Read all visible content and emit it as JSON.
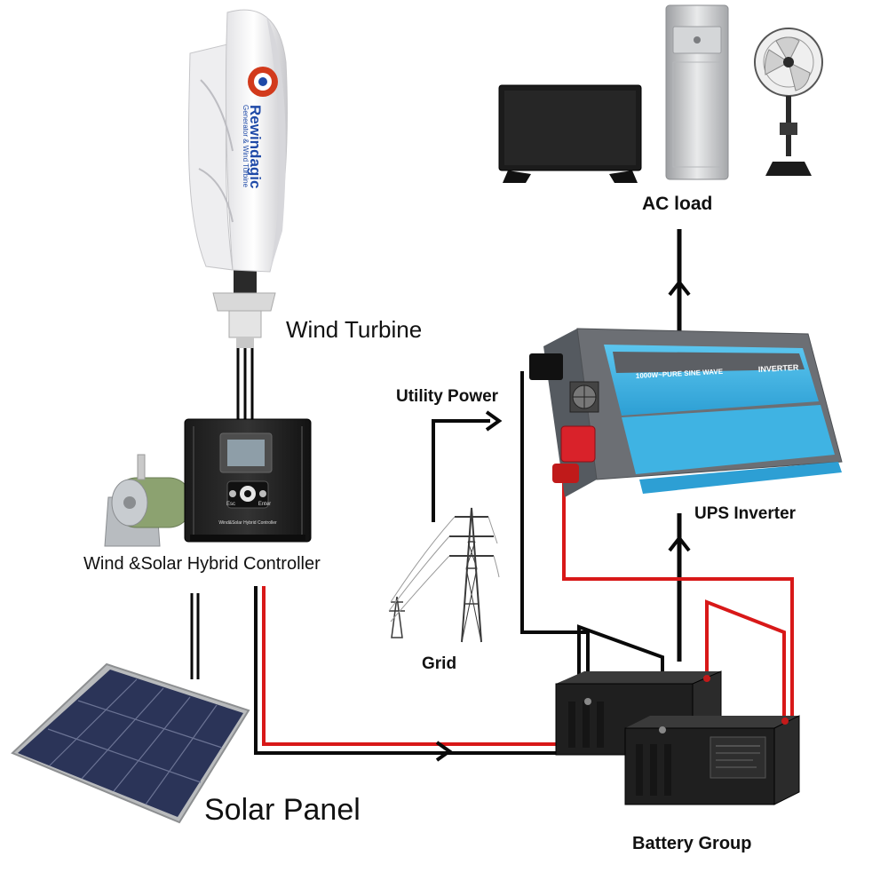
{
  "labels": {
    "wind_turbine": "Wind Turbine",
    "controller": "Wind &Solar Hybrid Controller",
    "solar_panel": "Solar Panel",
    "utility_power": "Utility Power",
    "grid": "Grid",
    "ac_load": "AC load",
    "ups_inverter": "UPS Inverter",
    "battery_group": "Battery Group"
  },
  "product_text": {
    "turbine_brand": "Rewindagic",
    "turbine_tagline": "Generator & Wind Turbine",
    "controller_esc": "Esc",
    "controller_enter": "Enter",
    "controller_name": "Wind&Solar Hybrid Controller",
    "inverter_model": "1000W~PURE SINE WAVE",
    "inverter_word": "INVERTER"
  },
  "colors": {
    "wire_black": "#0a0a0a",
    "wire_red": "#d81818",
    "inverter_body": "#3fb3e3",
    "inverter_frame": "#6c6f74",
    "turbine_brand": "#1f4aa8",
    "turbine_gear": "#d23a1c",
    "battery_body": "#1f1f1f",
    "panel_cells": "#2b3458"
  },
  "icons": {
    "turbine": "vertical-axis-wind-turbine",
    "controller": "hybrid-charge-controller",
    "resistor": "dump-load-resistor",
    "solar": "solar-panel",
    "grid": "transmission-tower",
    "tv": "television",
    "ac": "air-conditioner",
    "fan": "standing-fan",
    "inverter": "ups-inverter",
    "battery": "battery"
  }
}
